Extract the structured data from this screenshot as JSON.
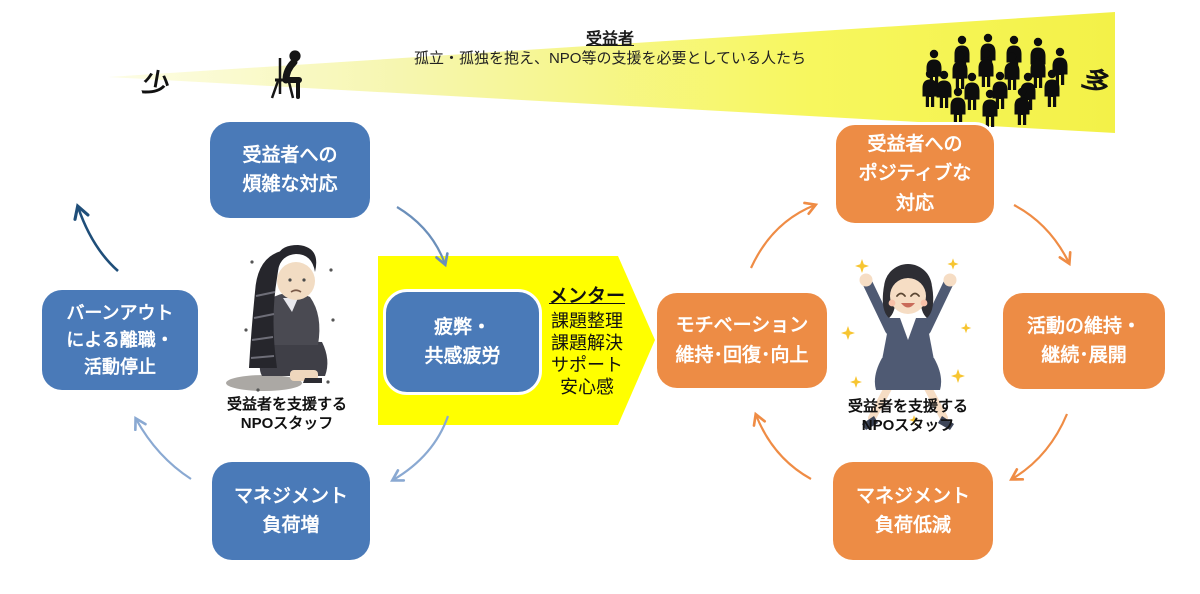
{
  "beam": {
    "title": "受益者",
    "subtitle": "孤立・孤独を抱え、NPO等の支援を必要としている人たち",
    "few_label": "少",
    "many_label": "多",
    "fill_color": "#f5f34c"
  },
  "negative_cycle": {
    "accent_color": "#4a7ab8",
    "arrow_color": "#1f4e79",
    "box_top": "受益者への\n煩雑な対応",
    "box_left": "バーンアウト\nによる離職・\n活動停止",
    "box_bottom": "マネジメント\n負荷増",
    "box_center": "疲弊・\n共感疲労",
    "staff_caption": "受益者を支援する\nNPOスタッフ"
  },
  "mentor_support": {
    "arrow_color": "#ffff00",
    "title": "メンター",
    "items": [
      "課題整理",
      "課題解決",
      "サポート",
      "安心感"
    ]
  },
  "positive_cycle": {
    "accent_color": "#ed8c45",
    "arrow_color": "#ef8c45",
    "box_top": "受益者への\nポジティブな\n対応",
    "box_left": "モチベーション\n維持･回復･向上",
    "box_right": "活動の維持・\n継続･展開",
    "box_bottom": "マネジメント\n負荷低減",
    "staff_caption": "受益者を支援する\nNPOスタッフ"
  }
}
